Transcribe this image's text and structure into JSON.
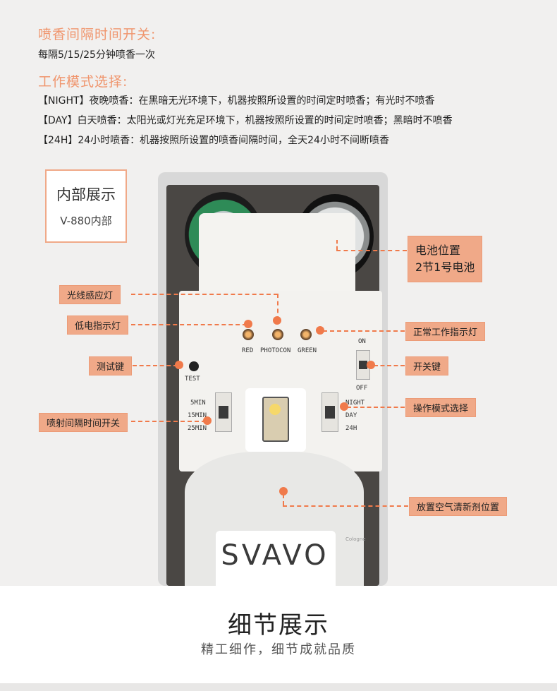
{
  "header": {
    "section1_title": "喷香间隔时间开关:",
    "section1_text": "每隔5/15/25分钟喷香一次",
    "section2_title": "工作模式选择:",
    "modes": [
      "【NIGHT】夜晚喷香：在黑暗无光环境下，机器按照所设置的时间定时喷香；有光时不喷香",
      "【DAY】白天喷香：太阳光或灯光充足环境下，机器按照所设置的时间定时喷香；黑暗时不喷香",
      "【24H】24小时喷香：机器按照所设置的喷香间隔时间，全天24小时不间断喷香"
    ]
  },
  "inner_box": {
    "title": "内部展示",
    "model": "V-880内部"
  },
  "device": {
    "led_labels": {
      "red": "RED",
      "photocon": "PHOTOCON",
      "green": "GREEN"
    },
    "test_label": "TEST",
    "on_label": "ON",
    "off_label": "OFF",
    "interval_labels": [
      "5MIN",
      "15MIN",
      "25MIN"
    ],
    "mode_labels": [
      "NIGHT",
      "DAY",
      "24H"
    ],
    "brand": "SVAVO",
    "can_side_text": "Cologne"
  },
  "callouts": {
    "battery_line1": "电池位置",
    "battery_line2": "2节1号电池",
    "light_sensor": "光线感应灯",
    "low_battery": "低电指示灯",
    "normal_work": "正常工作指示灯",
    "test_key": "测试键",
    "power_key": "开关键",
    "interval_switch": "喷射间隔时间开关",
    "mode_select": "操作模式选择",
    "refill_position": "放置空气清新剂位置"
  },
  "footer": {
    "title": "细节展示",
    "subtitle": "精工细作，细节成就品质"
  },
  "colors": {
    "accent": "#f0956d",
    "tag_bg": "#f0a988",
    "dash": "#f07a4b"
  }
}
